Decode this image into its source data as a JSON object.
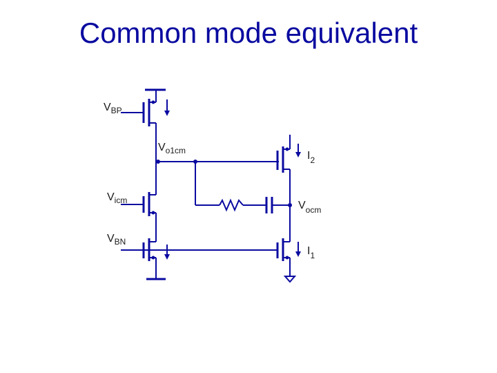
{
  "title": "Common mode equivalent",
  "labels": {
    "vbp": {
      "main": "V",
      "sub": "BP"
    },
    "vo1cm": {
      "main": "V",
      "sub": "o1cm"
    },
    "vicm": {
      "main": "V",
      "sub": "icm"
    },
    "vbn": {
      "main": "V",
      "sub": "BN"
    },
    "i2": {
      "main": "I",
      "sub": "2"
    },
    "vocm": {
      "main": "V",
      "sub": "ocm"
    },
    "i1": {
      "main": "I",
      "sub": "1"
    }
  },
  "colors": {
    "wire": "#0a0aa0",
    "text": "#1a1a1a"
  }
}
